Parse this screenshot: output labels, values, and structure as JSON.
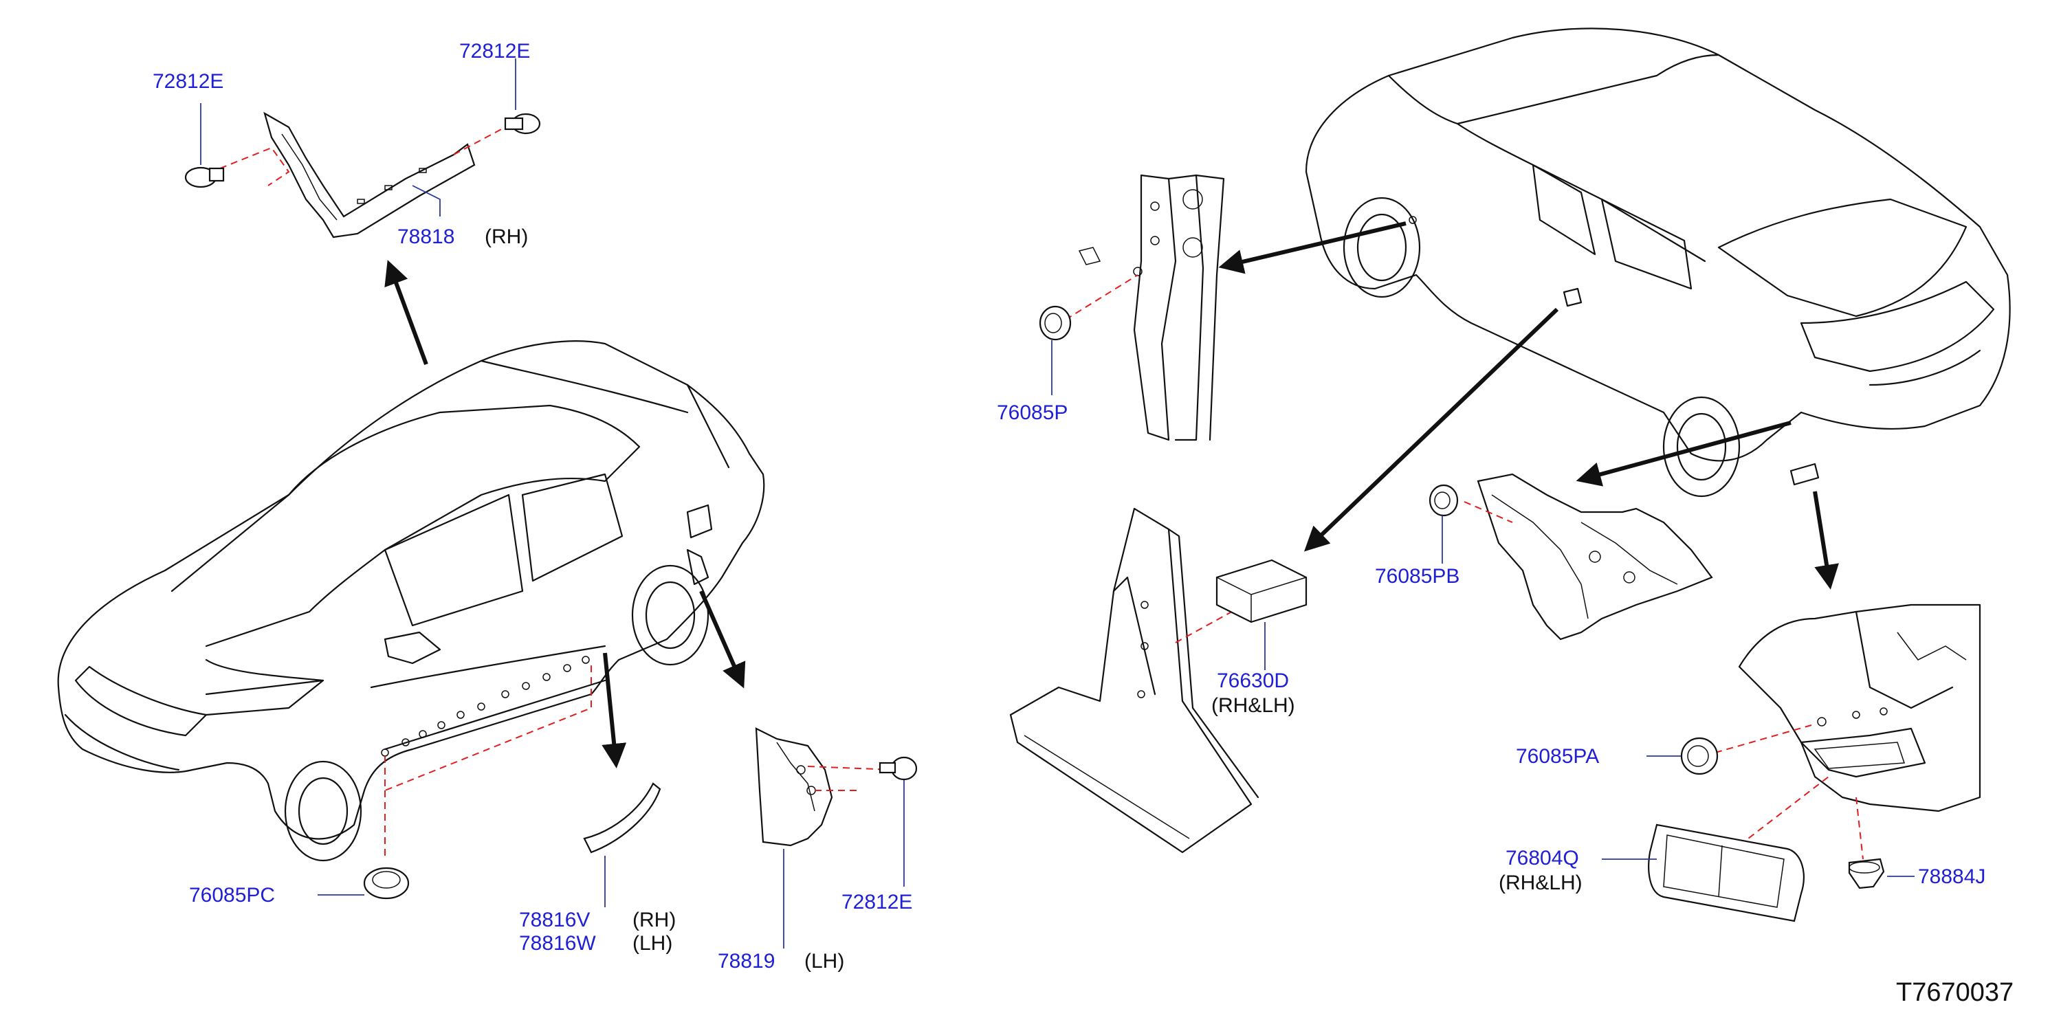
{
  "diagram_id": "T7670037",
  "parts": {
    "p72812E_a": "72812E",
    "p72812E_b": "72812E",
    "p78818": "78818",
    "p78818_side": "(RH)",
    "p76085PC": "76085PC",
    "p78816V": "78816V",
    "p78816V_side": "(RH)",
    "p78816W": "78816W",
    "p78816W_side": "(LH)",
    "p78819": "78819",
    "p78819_side": "(LH)",
    "p72812E_c": "72812E",
    "p76085P": "76085P",
    "p76630D": "76630D",
    "p76630D_side": "(RH&LH)",
    "p76085PB": "76085PB",
    "p76085PA": "76085PA",
    "p76804Q": "76804Q",
    "p76804Q_side": "(RH&LH)",
    "p78884J": "78884J"
  },
  "colors": {
    "part_number": "#1f1fd6",
    "dashed_leader": "#e21e1e",
    "line_art": "#111111"
  }
}
